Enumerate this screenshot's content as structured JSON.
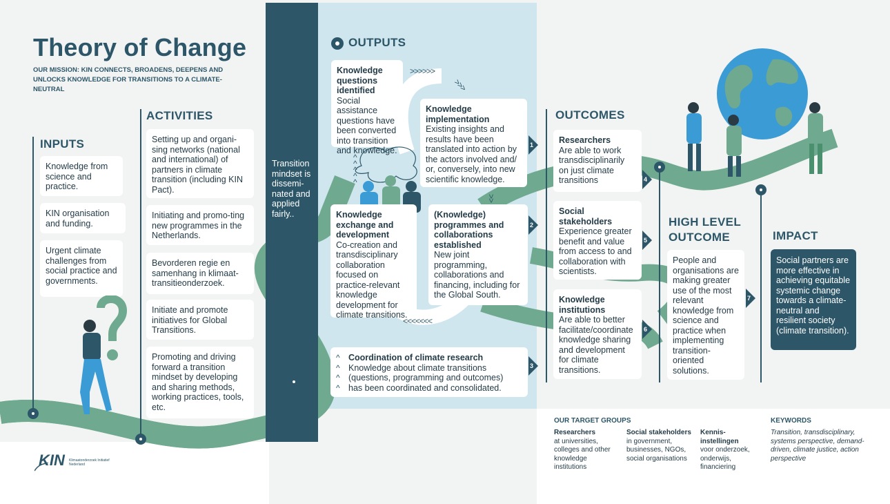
{
  "title": "Theory of Change",
  "mission": "OUR MISSION: KIN CONNECTS, BROADENS, DEEPENS AND UNLOCKS KNOWLEDGE FOR TRANSITIONS TO A CLIMATE-NEUTRAL",
  "inputs": {
    "heading": "INPUTS",
    "items": [
      "Knowledge from science and practice.",
      "KIN organisation and funding.",
      "Urgent climate challenges from social practice and governments."
    ]
  },
  "activities": {
    "heading": "ACTIVITIES",
    "items": [
      "Setting up and organi-sing networks (national and international) of partners in climate transition (including KIN Pact).",
      "Initiating and promo-ting new programmes in the Netherlands.",
      "Bevorderen regie en samenhang in klimaat-transitieonderzoek.",
      "Initiate and promote initiatives for Global Transitions.",
      "Promoting and driving forward a transition mindset by developing and sharing methods, working practices, tools, etc."
    ]
  },
  "transition_band": "Transition mindset is dissemi-nated and applied fairly..",
  "outputs": {
    "heading": "OUTPUTS",
    "questions": {
      "title": "Knowledge questions identified",
      "body": "Social assistance questions have been converted into transition and knowledge."
    },
    "implementation": {
      "title": "Knowledge implementation",
      "body": "Existing insights and results have been translated into action by the actors involved and/ or, conversely, into new scientific knowledge."
    },
    "exchange": {
      "title": "Knowledge exchange and development",
      "body": "Co-creation and transdisciplinary collaboration focused on practice-relevant knowledge development for climate transitions."
    },
    "programmes": {
      "title": "(Knowledge) programmes and collaborations established",
      "body": "New joint programming, collaborations and financing, including for the Global South."
    },
    "coordination": {
      "title": "Coordination of climate research",
      "lines": [
        "Knowledge about climate transitions",
        "(questions, programming and outcomes)",
        "has been coordinated and consolidated."
      ]
    }
  },
  "outcomes": {
    "heading": "OUTCOMES",
    "researchers": {
      "title": "Researchers",
      "body": "Are able to work transdisciplinarily on just climate transitions"
    },
    "social": {
      "title": "Social stakeholders",
      "body": "Experience greater benefit and value from access to and collaboration with scientists."
    },
    "institutions": {
      "title": "Knowledge institutions",
      "body": "Are able to better facilitate/coordinate knowledge sharing and development for climate transitions."
    }
  },
  "high_level": {
    "heading_1": "HIGH LEVEL",
    "heading_2": "OUTCOME",
    "body": "People and organisations are making greater use of the most relevant knowledge from science and practice when implementing transition-oriented solutions."
  },
  "impact": {
    "heading": "IMPACT",
    "body": "Social partners are more effective in achieving equitable systemic change towards a climate-neutral and resilient society (climate transition)."
  },
  "numbers": [
    "1",
    "2",
    "3",
    "4",
    "5",
    "6",
    "7"
  ],
  "target_groups": {
    "heading": "OUR TARGET GROUPS",
    "groups": [
      {
        "title": "Researchers",
        "body": "at universities, colleges and other knowledge institutions"
      },
      {
        "title": "Social stakeholders",
        "body": "in government, businesses, NGOs, social organisations"
      },
      {
        "title": "Kennis-instellingen",
        "body": "voor onderzoek, onderwijs, financiering"
      }
    ]
  },
  "keywords": {
    "heading": "KEYWORDS",
    "body": "Transition, transdisciplinary, systems perspective, demand-driven, climate justice, action perspective"
  },
  "logo": {
    "text": "KIN",
    "sub": "Klimaatonderzoek Initiatief Nederland"
  },
  "colors": {
    "dark": "#2d5768",
    "green": "#6fa98f",
    "light_blue": "#cfe6ee",
    "page": "#f2f3f3"
  }
}
